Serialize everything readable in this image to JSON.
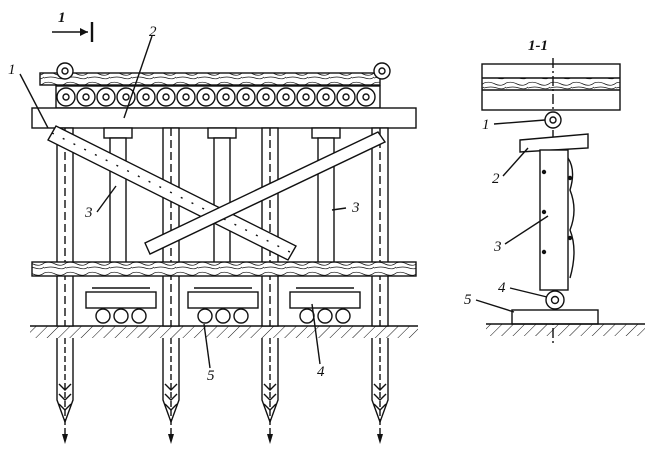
{
  "main_view": {
    "section_mark": "1",
    "labels": [
      "1",
      "2",
      "3",
      "3",
      "5",
      "4"
    ]
  },
  "section_view": {
    "title": "1-1",
    "labels": [
      "1",
      "2",
      "3",
      "4",
      "5"
    ]
  }
}
